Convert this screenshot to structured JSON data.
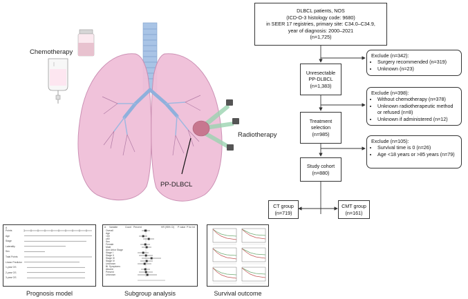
{
  "illustration": {
    "chemo_label": "Chemotherapy",
    "radio_label": "Radiotherapy",
    "tumor_label": "PP-DLBCL"
  },
  "flow": {
    "start": [
      "DLBCL patients, NOS",
      "(ICD-O-3 histology code: 9680)",
      "in SEER 17 registries, primary site: C34.0–C34.9,",
      "year of diagnosis: 2000–2021",
      "(n=1,725)"
    ],
    "exclude1": {
      "title": "Exclude (n=342):",
      "items": [
        "Surgery recommended (n=319)",
        "Unknown (n=23)"
      ]
    },
    "unresectable": [
      "Unresectable",
      "PP-DLBCL",
      "(n=1,383)"
    ],
    "exclude2": {
      "title": "Exclude (n=398):",
      "items": [
        "Without chemotherapy (n=378)",
        "Unknown radiotherapeutic method or refused (n=8)",
        "Unknown if administered (n=12)"
      ]
    },
    "treatment": [
      "Treatment",
      "selection",
      "(n=985)"
    ],
    "exclude3": {
      "title": "Exclude (n=105):",
      "items": [
        "Survival time is 0 (n=26)",
        "Age <18 years or >85 years (n=79)"
      ]
    },
    "cohort": [
      "Study cohort",
      "(n=880)"
    ],
    "ct": [
      "CT group",
      "(n=719)"
    ],
    "cmt": [
      "CMT group",
      "(n=161)"
    ]
  },
  "panels": {
    "prognosis": {
      "caption": "Prognosis model",
      "tag": "A",
      "rows": [
        "Points",
        "Age",
        "Stage",
        "Laterality",
        "Sex",
        "Total Points",
        "Linear Predictor",
        "1-year OS",
        "2-year OS",
        "3-year OS"
      ]
    },
    "subgroup": {
      "caption": "Subgroup analysis",
      "tag": "A",
      "headers": [
        "Variable",
        "Count",
        "Percent",
        "HR (95% CI)",
        "P value",
        "P for Int"
      ],
      "rows": [
        "Overall",
        "Age",
        "<60",
        "≥60",
        "Sex",
        "Female",
        "Male",
        "Ann Arbor Stage",
        "Stage I",
        "Stage II",
        "Stage III",
        "Stage IV",
        "Unknown",
        "Bl. Symptoms",
        "Absent",
        "Present",
        "Unknown"
      ]
    },
    "survival": {
      "caption": "Survival outcome"
    }
  },
  "colors": {
    "lung": "#f0bfd9",
    "lung_edge": "#c98bb0",
    "trachea": "#a9c4e6",
    "tumor": "#c7778f",
    "beam": "#9bd3b0",
    "km_green": "#6aa86e",
    "km_red": "#c05050"
  }
}
